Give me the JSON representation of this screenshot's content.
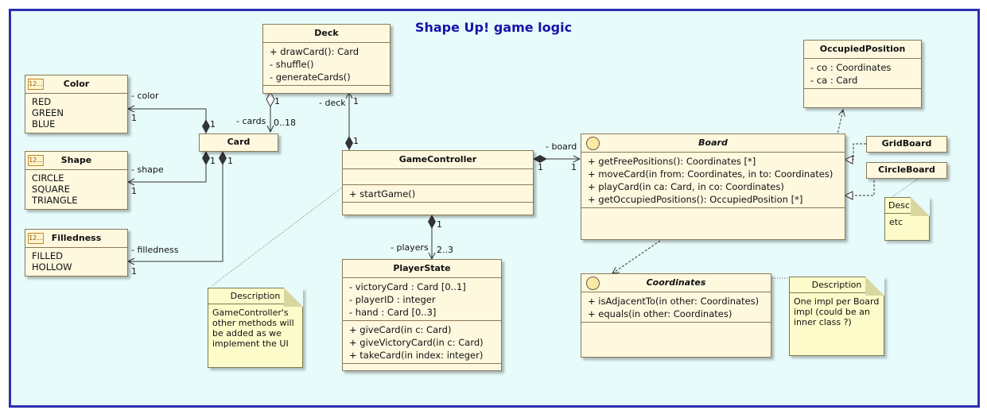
{
  "title": "Shape Up! game logic",
  "classes": {
    "deck": {
      "name": "Deck",
      "operations": [
        "+ drawCard(): Card",
        "- shuffle()",
        "- generateCards()"
      ]
    },
    "color": {
      "name": "Color",
      "icon": "12...",
      "literals": [
        "RED",
        "GREEN",
        "BLUE"
      ]
    },
    "shape": {
      "name": "Shape",
      "icon": "12...",
      "literals": [
        "CIRCLE",
        "SQUARE",
        "TRIANGLE"
      ]
    },
    "filledness": {
      "name": "Filledness",
      "icon": "12...",
      "literals": [
        "FILLED",
        "HOLLOW"
      ]
    },
    "card": {
      "name": "Card"
    },
    "gamecontroller": {
      "name": "GameController",
      "operations": [
        "+ startGame()"
      ]
    },
    "playerstate": {
      "name": "PlayerState",
      "attributes": [
        "- victoryCard : Card [0..1]",
        "- playerID : integer",
        "- hand : Card [0..3]"
      ],
      "operations": [
        "+ giveCard(in c: Card)",
        "+ giveVictoryCard(in c: Card)",
        "+ takeCard(in index: integer)"
      ]
    },
    "board": {
      "name": "Board",
      "operations": [
        "+ getFreePositions(): Coordinates [*]",
        "+ moveCard(in from: Coordinates, in to: Coordinates)",
        "+ playCard(in ca: Card, in co: Coordinates)",
        "+ getOccupiedPositions(): OccupiedPosition [*]"
      ]
    },
    "occupiedposition": {
      "name": "OccupiedPosition",
      "attributes": [
        "- co : Coordinates",
        "- ca : Card"
      ]
    },
    "gridboard": {
      "name": "GridBoard"
    },
    "circleboard": {
      "name": "CircleBoard"
    },
    "coordinates": {
      "name": "Coordinates",
      "operations": [
        "+ isAdjacentTo(in other: Coordinates)",
        "+ equals(in other: Coordinates)"
      ]
    }
  },
  "notes": {
    "gc_note": {
      "title": "Description",
      "body": "GameController's other methods will be added as we implement the UI"
    },
    "board_note": {
      "title": "Descrip",
      "body": "etc"
    },
    "coord_note": {
      "title": "Description",
      "body": "One impl per Board impl (could be an inner class ?)"
    }
  },
  "labels": {
    "color_role": "- color",
    "color_mult": "1",
    "card_color_mult": "1",
    "shape_role": "- shape",
    "shape_mult": "1",
    "card_shape_mult": "1",
    "card_fill_mult": "1",
    "fill_role": "- filledness",
    "fill_mult": "1",
    "cards_role": "- cards",
    "cards_mult_deck": "1",
    "cards_mult": "0..18",
    "deck_role": "- deck",
    "deck_mult": "1",
    "gc_deck_mult": "1",
    "board_role": "- board",
    "gc_board_mult": "1",
    "board_mult": "1",
    "players_role": "- players",
    "gc_players_mult": "1",
    "players_mult": "2..3"
  }
}
